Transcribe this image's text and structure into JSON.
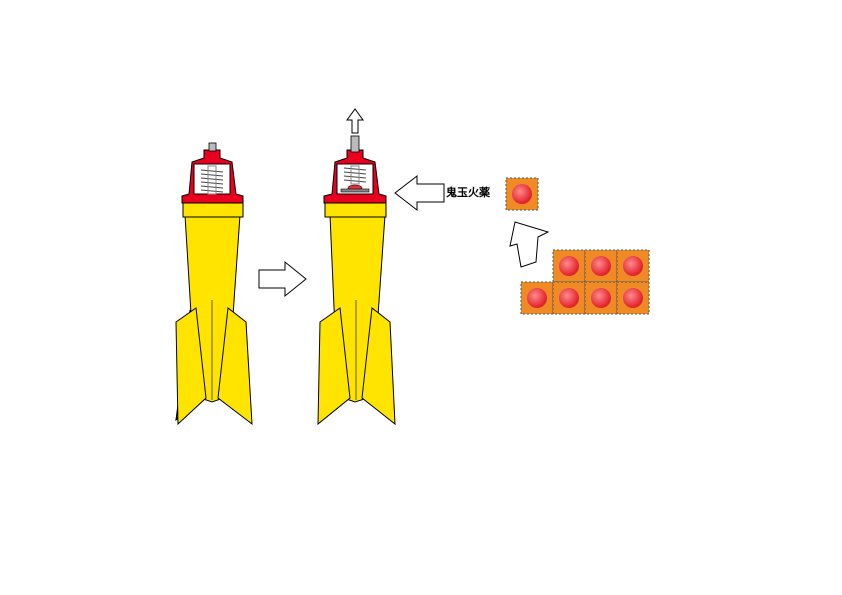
{
  "label": "鬼玉火薬",
  "colors": {
    "rocket_body": "#FFE400",
    "cap": "#E8001E",
    "spring": "#808080",
    "gunpowder_block": "#F08A24",
    "gunpowder_ball": "#E8303A",
    "arrow_fill": "#FFFFFF",
    "outline": "#000000"
  },
  "icons": [
    "rocket-before",
    "rocket-after",
    "right-arrow",
    "up-arrow",
    "left-arrow",
    "diagonal-arrow",
    "gunpowder-single",
    "gunpowder-stack"
  ]
}
